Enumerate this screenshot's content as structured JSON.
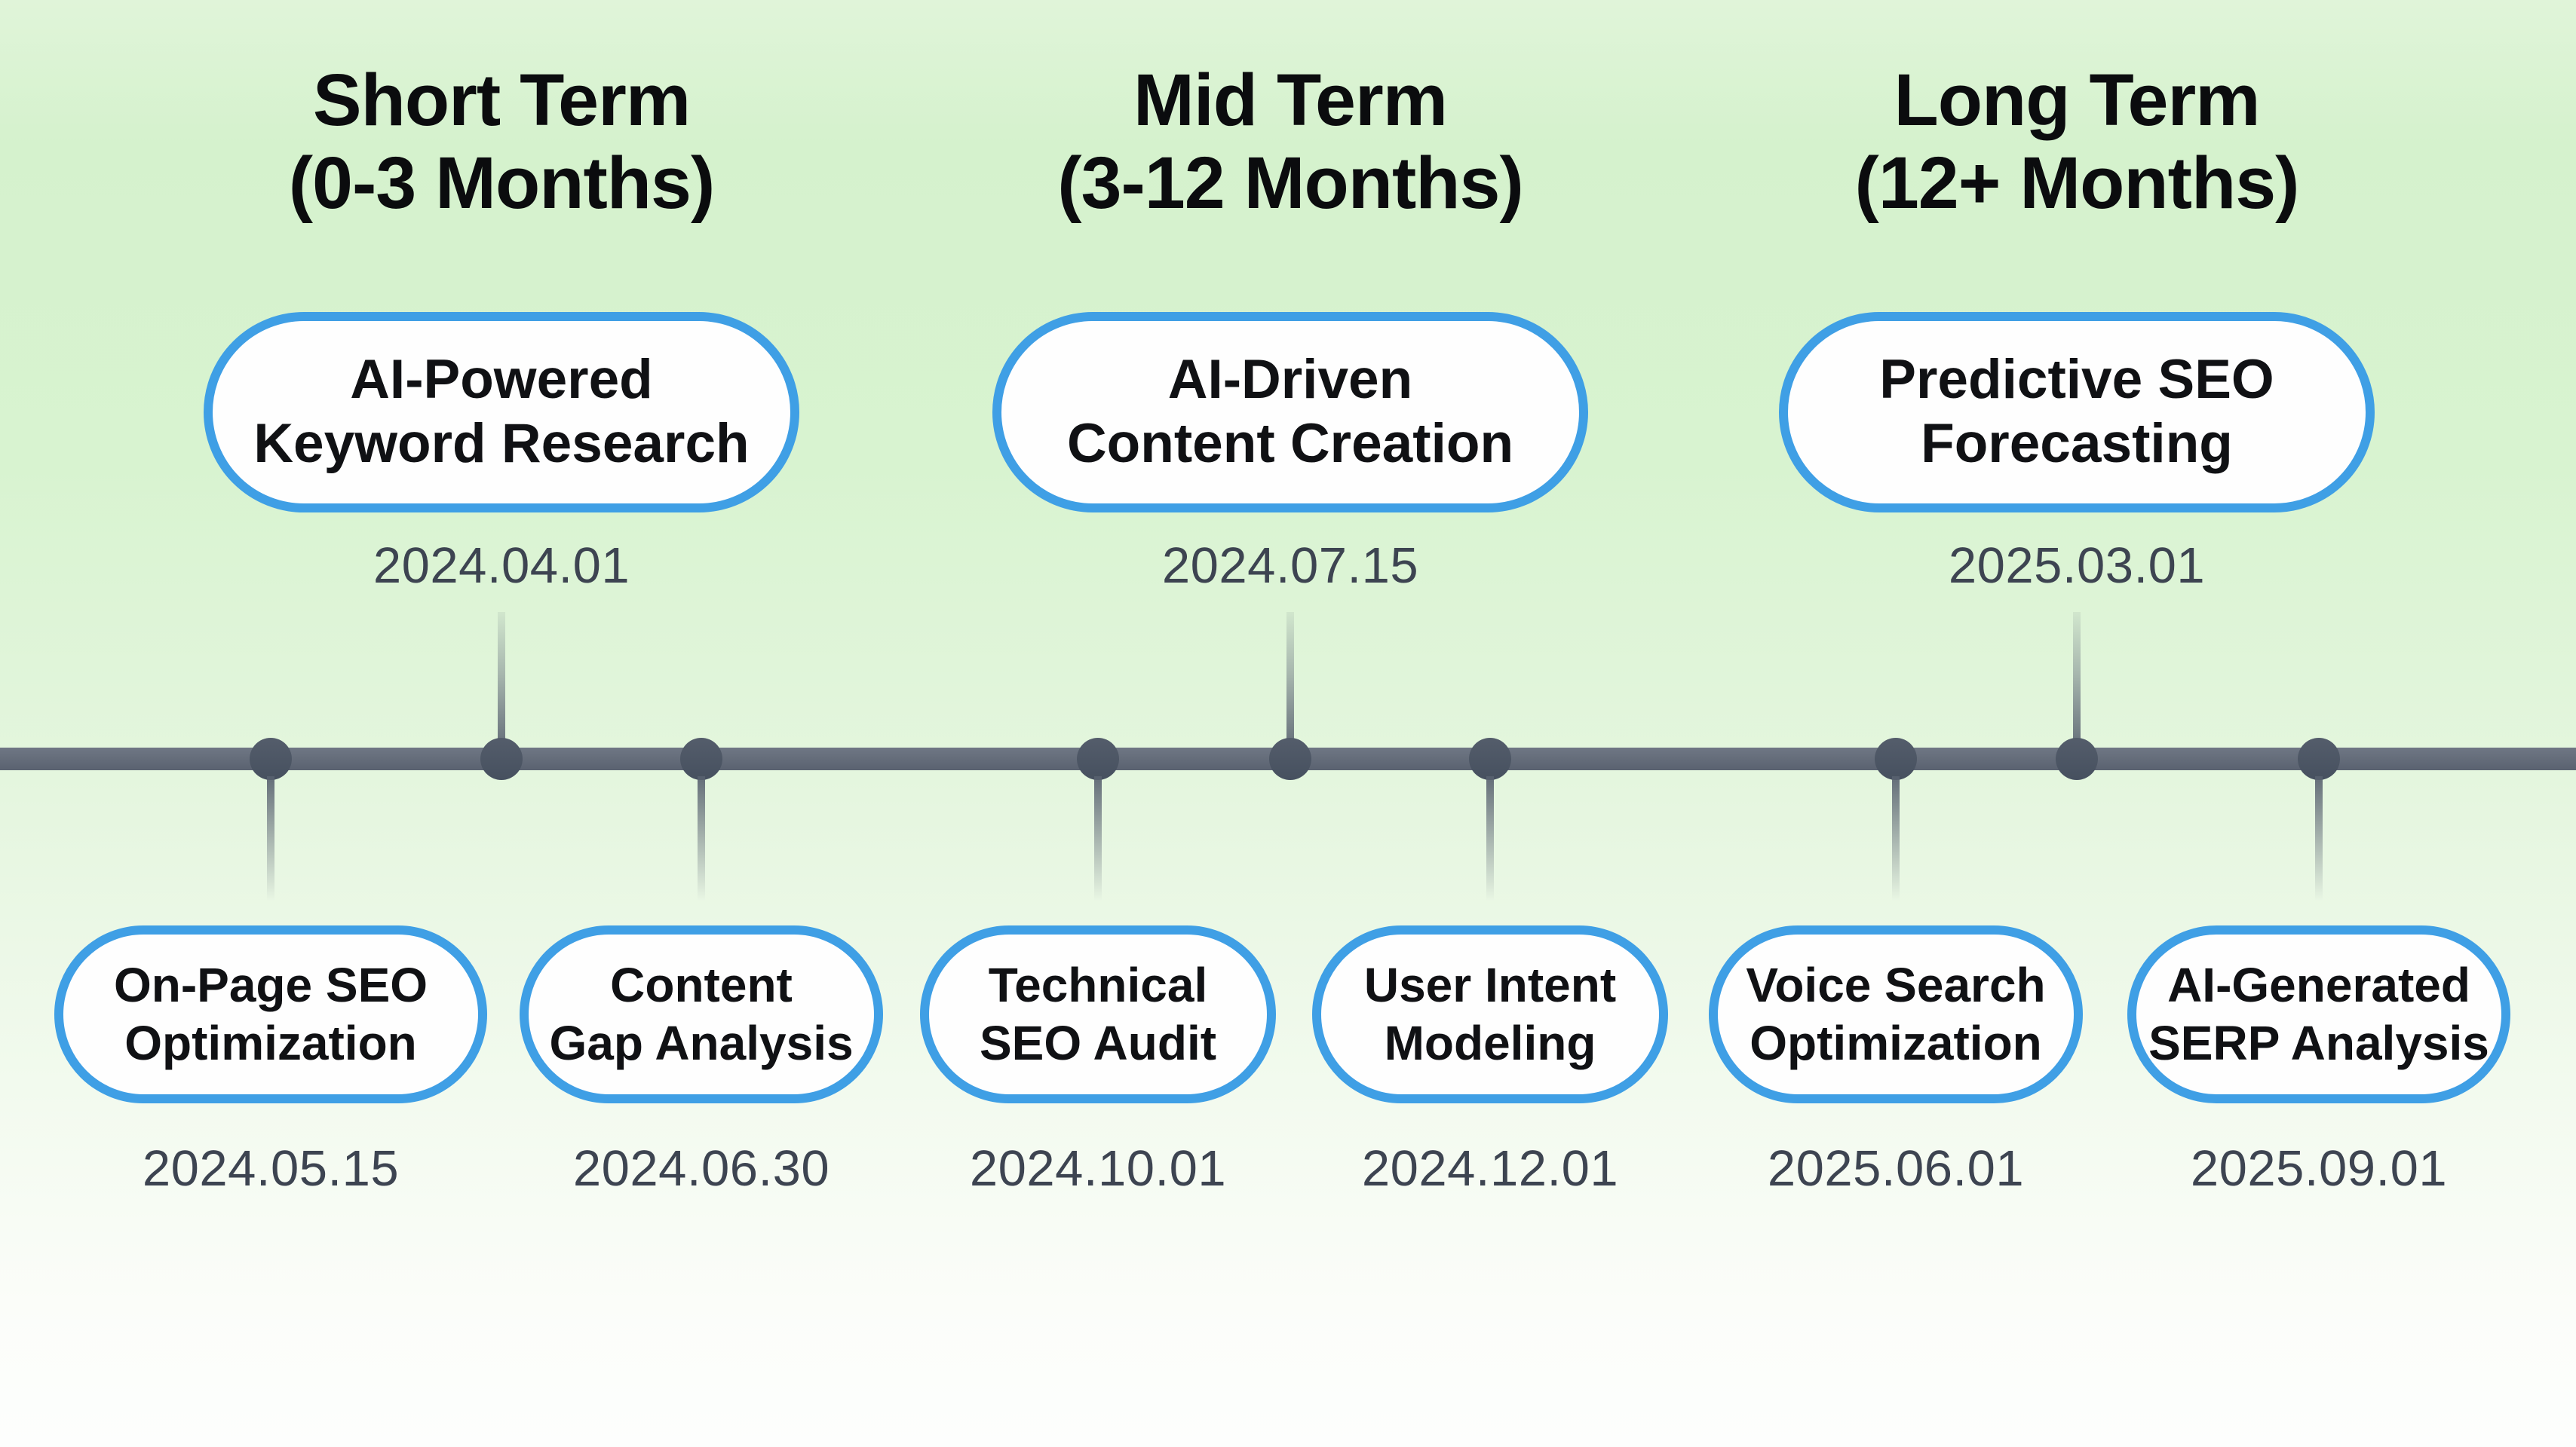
{
  "colors": {
    "background_top_green": "#d5f2cd",
    "background_bottom": "#fdfefd",
    "pill_border_blue": "#3f9fe5",
    "pill_fill": "#fefefe",
    "timeline_bar_gray": "#5f6775",
    "node_dot_gray": "#4c5564",
    "heading_text": "#0b0c0e",
    "date_text": "#3d4451"
  },
  "phases": [
    {
      "title_line1": "Short Term",
      "title_line2": "(0-3 Months)"
    },
    {
      "title_line1": "Mid Term",
      "title_line2": "(3-12 Months)"
    },
    {
      "title_line1": "Long Term",
      "title_line2": "(12+ Months)"
    }
  ],
  "milestones_above": [
    {
      "line1": "AI-Powered",
      "line2": "Keyword Research",
      "date": "2024.04.01"
    },
    {
      "line1": "AI-Driven",
      "line2": "Content Creation",
      "date": "2024.07.15"
    },
    {
      "line1": "Predictive SEO",
      "line2": "Forecasting",
      "date": "2025.03.01"
    }
  ],
  "milestones_below": [
    {
      "line1": "On-Page SEO",
      "line2": "Optimization",
      "date": "2024.05.15"
    },
    {
      "line1": "Content",
      "line2": "Gap Analysis",
      "date": "2024.06.30"
    },
    {
      "line1": "Technical",
      "line2": "SEO Audit",
      "date": "2024.10.01"
    },
    {
      "line1": "User Intent",
      "line2": "Modeling",
      "date": "2024.12.01"
    },
    {
      "line1": "Voice Search",
      "line2": "Optimization",
      "date": "2025.06.01"
    },
    {
      "line1": "AI-Generated",
      "line2": "SERP Analysis",
      "date": "2025.09.01"
    }
  ]
}
